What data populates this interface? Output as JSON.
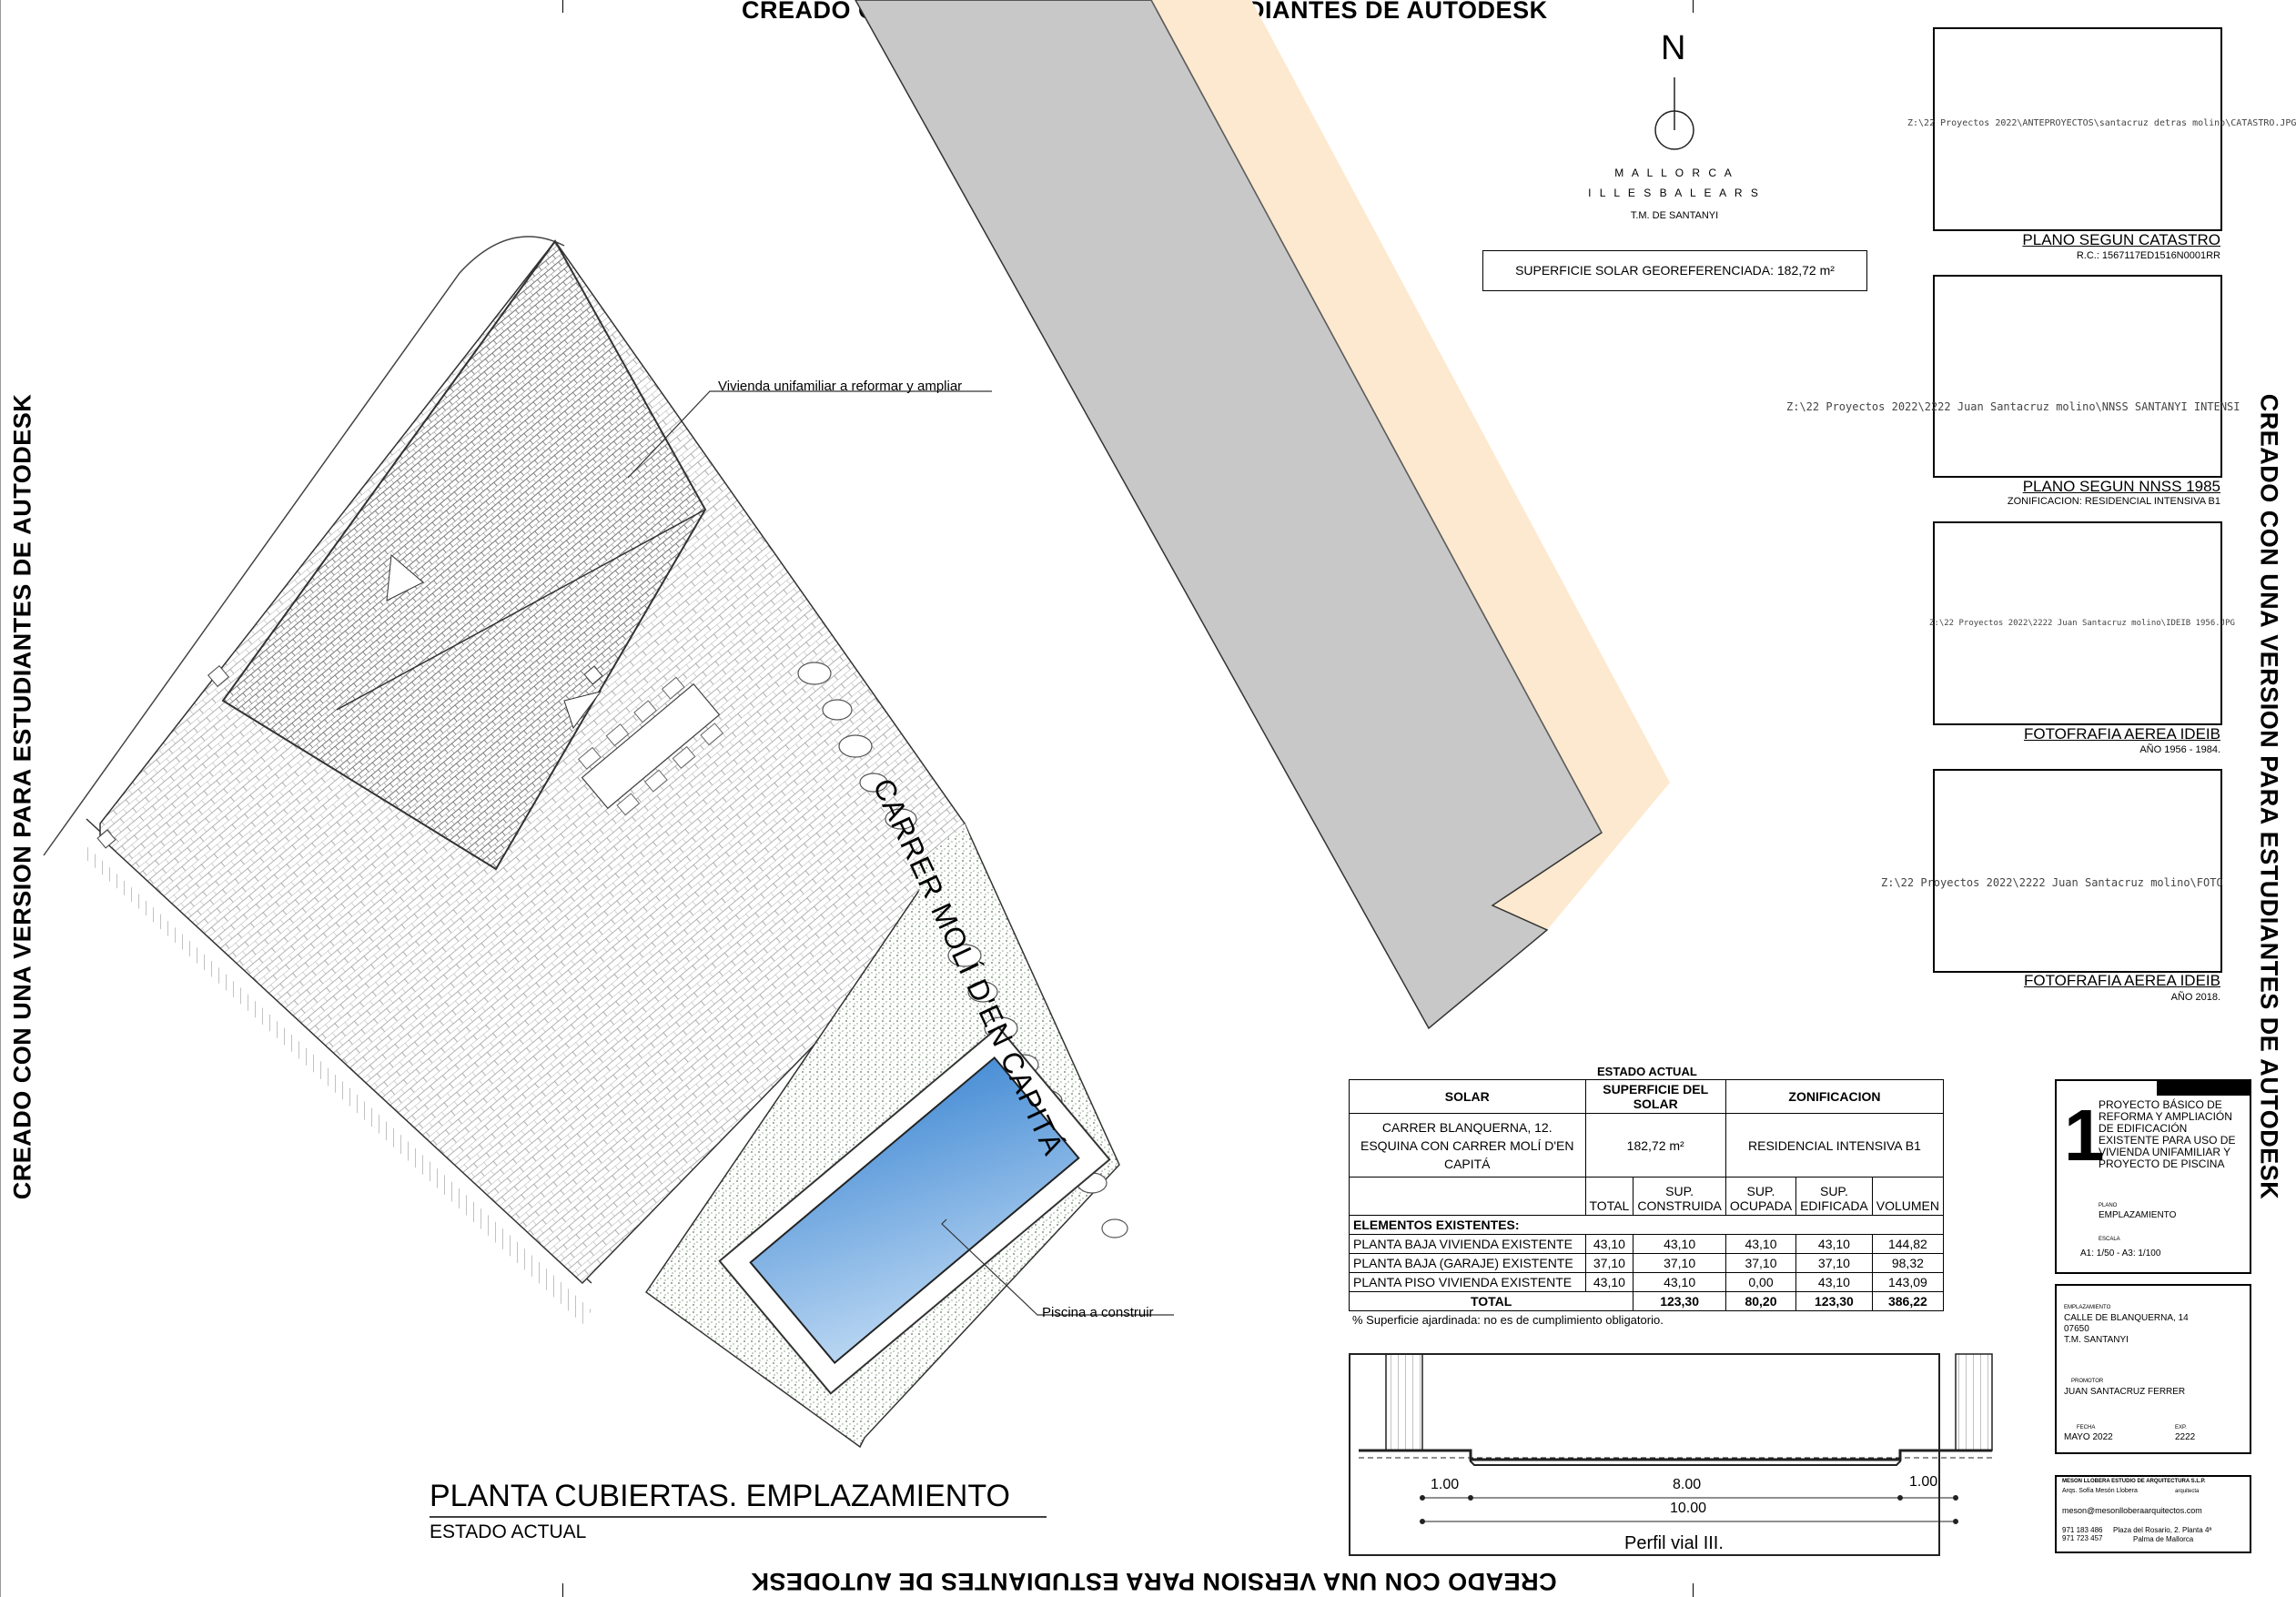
{
  "watermark": "CREADO CON UNA VERSION PARA ESTUDIANTES DE AUTODESK",
  "north": {
    "letter": "N",
    "line1": "M A L L O R C A",
    "line2": "I L L E S   B A L E A R S",
    "line3": "T.M.  DE   SANTANYI"
  },
  "superficie_box": "SUPERFICIE SOLAR GEOREFERENCIADA: 182,72 m²",
  "street_name": "CARRER MOLÍ D'EN CAPITÁ",
  "annotations": {
    "vivienda": "Vivienda unifamiliar a reformar y ampliar",
    "piscina": "Piscina a construir"
  },
  "plan_title": "PLANTA CUBIERTAS. EMPLAZAMIENTO",
  "plan_subtitle": "ESTADO ACTUAL",
  "side_panels": [
    {
      "title": "PLANO SEGUN CATASTRO",
      "subtitle": "R.C.: 1567117ED1516N0001RR",
      "path": "Z:\\22 Proyectos 2022\\ANTEPROYECTOS\\santacruz detras molino\\CATASTRO.JPG"
    },
    {
      "title": "PLANO SEGUN NNSS 1985",
      "subtitle": "ZONIFICACION: RESIDENCIAL INTENSIVA B1",
      "path": "Z:\\22 Proyectos 2022\\2222 Juan Santacruz molino\\NNSS SANTANYI INTENSI"
    },
    {
      "title": "FOTOFRAFIA AEREA IDEIB",
      "subtitle": "AÑO 1956 - 1984.",
      "path": "Z:\\22 Proyectos 2022\\2222 Juan Santacruz molino\\IDEIB 1956.JPG"
    },
    {
      "title": "FOTOFRAFIA AEREA IDEIB",
      "subtitle": "AÑO 2018.",
      "path": "Z:\\22 Proyectos 2022\\2222 Juan Santacruz molino\\FOTO"
    }
  ],
  "estado": {
    "caption": "ESTADO ACTUAL",
    "header": [
      "SOLAR",
      "SUPERFICIE DEL SOLAR",
      "ZONIFICACION"
    ],
    "solar_address": "CARRER BLANQUERNA, 12. ESQUINA CON CARRER MOLÍ D'EN CAPITÁ",
    "superficie": "182,72 m²",
    "zonificacion": "RESIDENCIAL INTENSIVA B1",
    "col_headers": [
      "TOTAL",
      "SUP. CONSTRUIDA",
      "SUP. OCUPADA",
      "SUP. EDIFICADA",
      "VOLUMEN"
    ],
    "section_label": "ELEMENTOS EXISTENTES:",
    "rows": [
      {
        "name": "PLANTA BAJA VIVIENDA EXISTENTE",
        "v": [
          "43,10",
          "43,10",
          "43,10",
          "43,10",
          "144,82"
        ]
      },
      {
        "name": "PLANTA BAJA (GARAJE) EXISTENTE",
        "v": [
          "37,10",
          "37,10",
          "37,10",
          "37,10",
          "98,32"
        ]
      },
      {
        "name": "PLANTA PISO VIVIENDA EXISTENTE",
        "v": [
          "43,10",
          "43,10",
          "0,00",
          "43,10",
          "143,09"
        ]
      }
    ],
    "total": {
      "name": "TOTAL",
      "v": [
        "123,30",
        "80,20",
        "123,30",
        "386,22"
      ]
    },
    "note": "% Superficie ajardinada: no es de cumplimiento obligatorio."
  },
  "perfil": {
    "label": "Perfil vial III.",
    "dims": [
      "1.00",
      "8.00",
      "1.00",
      "10.00"
    ]
  },
  "titleblock": {
    "number": "1",
    "project": "PROYECTO BÁSICO DE REFORMA Y AMPLIACIÓN DE EDIFICACIÓN EXISTENTE PARA USO DE VIVIENDA UNIFAMILIAR Y PROYECTO DE PISCINA",
    "plano_label": "PLANO",
    "plano": "EMPLAZAMIENTO",
    "escala_label": "ESCALA",
    "escala": "A1: 1/50 - A3: 1/100",
    "emplaz_label": "EMPLAZAMIENTO",
    "emplaz1": "CALLE DE BLANQUERNA, 14",
    "emplaz2": "07650",
    "emplaz3": "T.M. SANTANYI",
    "promotor_label": "PROMOTOR",
    "promotor": "JUAN SANTACRUZ FERRER",
    "fecha_label": "FECHA",
    "fecha": "MAYO  2022",
    "exp_label": "EXP.",
    "exp": "2222",
    "firm": "MESON LLOBERA ESTUDIO DE ARQUITECTURA S.L.P.",
    "arq": "Arqs. Sofía  Mesón  Llobera",
    "arq_tag": "arquitecta",
    "email": "meson@mesonlloberaarquitectos.com",
    "tel1": "971 183 486",
    "tel2": "971 723 457",
    "addr1": "Plaza del Rosario, 2. Planta 4ª",
    "addr2": "Palma de Mallorca"
  }
}
